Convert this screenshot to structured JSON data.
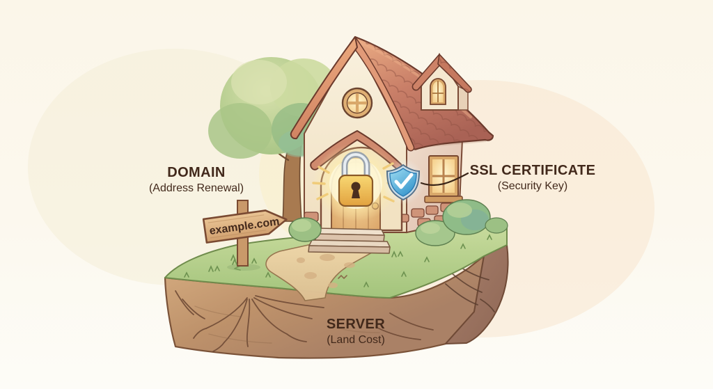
{
  "diagram": {
    "type": "website-hosting-house-metaphor",
    "labels": {
      "domain": {
        "title": "DOMAIN",
        "subtitle": "(Address Renewal)"
      },
      "ssl": {
        "title": "SSL CERTIFICATE",
        "subtitle": "(Security Key)"
      },
      "server": {
        "title": "SERVER",
        "subtitle": "(Land Cost)"
      }
    },
    "signpost": {
      "text": "example.com"
    },
    "icons": {
      "padlock": "padlock-icon",
      "shield_check": "shield-check-icon"
    },
    "colors": {
      "background": "#fbf6e9",
      "label_text": "#42291b",
      "roof_terracotta": "#c5816b",
      "wall_cream": "#f6ecd6",
      "side_wall_mauve": "#e7d0bf",
      "door_wood": "#e7b97f",
      "lock_gold": "#efc257",
      "lock_glow": "#fff0b4",
      "shield_blue": "#4ba5d6",
      "grass_green": "#b0cd87",
      "soil_brown": "#bb906a",
      "soil_shadow": "#9a7361",
      "sign_wood": "#ddb27f",
      "path_sand": "#e6cb9f"
    }
  }
}
